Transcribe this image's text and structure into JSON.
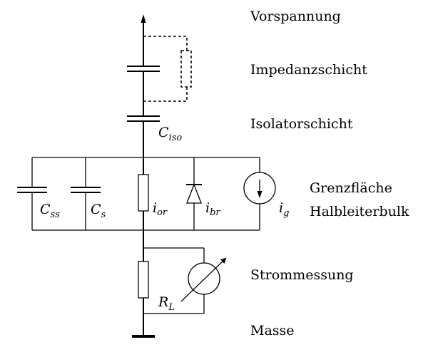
{
  "diagram": {
    "title": "Equivalent circuit of a semiconductor sensor layer stack",
    "layer_labels": {
      "bias": "Vorspannung",
      "impedance_layer": "Impedanzschicht",
      "insulator_layer": "Isolatorschicht",
      "interface": "Grenzfläche",
      "semiconductor_bulk": "Halbleiterbulk",
      "current_measurement": "Strommessung",
      "ground": "Masse"
    },
    "components": {
      "c_iso": {
        "symbol": "C",
        "sub": "iso"
      },
      "c_ss": {
        "symbol": "C",
        "sub": "ss"
      },
      "c_s": {
        "symbol": "C",
        "sub": "s"
      },
      "i_or": {
        "symbol": "i",
        "sub": "or"
      },
      "i_br": {
        "symbol": "i",
        "sub": "br"
      },
      "i_g": {
        "symbol": "i",
        "sub": "g"
      },
      "r_l": {
        "symbol": "R",
        "sub": "L"
      }
    }
  }
}
